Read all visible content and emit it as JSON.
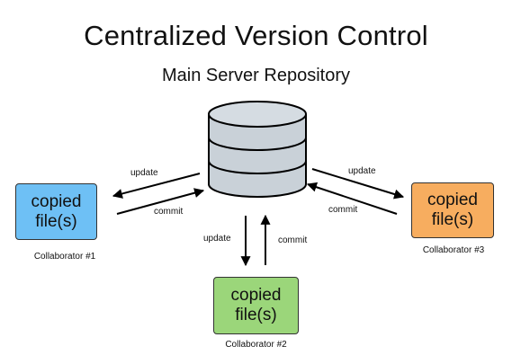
{
  "title": "Centralized Version Control",
  "subtitle": "Main Server Repository",
  "server": {
    "icon": "database-icon",
    "color": "#c9d1d8"
  },
  "collaborators": [
    {
      "box_line1": "copied",
      "box_line2": "file(s)",
      "caption": "Collaborator #1",
      "color": "#6ec0f5"
    },
    {
      "box_line1": "copied",
      "box_line2": "file(s)",
      "caption": "Collaborator #2",
      "color": "#9bd67a"
    },
    {
      "box_line1": "copied",
      "box_line2": "file(s)",
      "caption": "Collaborator #3",
      "color": "#f7ad5f"
    }
  ],
  "links": [
    {
      "update": "update",
      "commit": "commit"
    },
    {
      "update": "update",
      "commit": "commit"
    },
    {
      "update": "update",
      "commit": "commit"
    }
  ]
}
